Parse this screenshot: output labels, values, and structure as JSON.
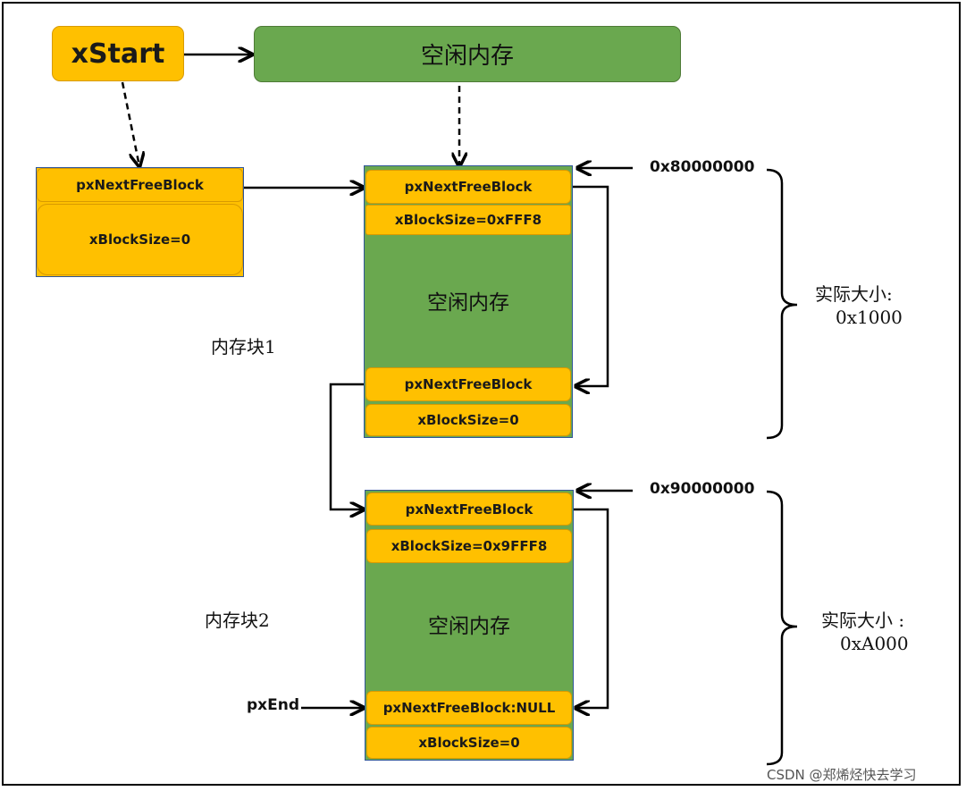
{
  "top": {
    "xstart_label": "xStart",
    "free_memory_label": "空闲内存"
  },
  "start_node": {
    "next_label": "pxNextFreeBlock",
    "size_label": "xBlockSize=0"
  },
  "block1": {
    "name": "内存块1",
    "head_next": "pxNextFreeBlock",
    "head_size": "xBlockSize=0xFFF8",
    "free_label": "空闲内存",
    "tail_next": "pxNextFreeBlock",
    "tail_size": "xBlockSize=0",
    "address": "0x80000000",
    "actual_size_label": "实际大小:",
    "actual_size_value": "0x1000"
  },
  "block2": {
    "name": "内存块2",
    "head_next": "pxNextFreeBlock",
    "head_size": "xBlockSize=0x9FFF8",
    "free_label": "空闲内存",
    "tail_next": "pxNextFreeBlock:NULL",
    "tail_size": "xBlockSize=0",
    "address": "0x90000000",
    "actual_size_label": "实际大小 :",
    "actual_size_value": "0xA000"
  },
  "pxend_label": "pxEnd",
  "watermark": "CSDN @郑烯烃快去学习",
  "colors": {
    "yellow": "#ffc000",
    "green": "#6aa84f",
    "border_blue": "#2f5597"
  }
}
